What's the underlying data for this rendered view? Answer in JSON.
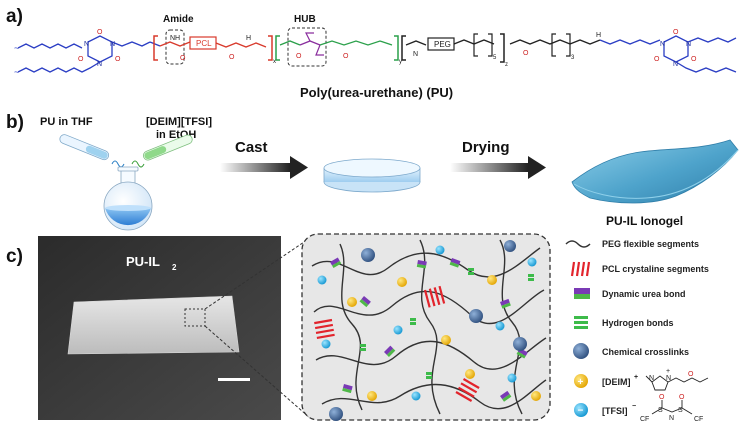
{
  "panels": {
    "a": {
      "label": "a)",
      "boxes": {
        "amide": "Amide",
        "hub": "HUB"
      },
      "blocks": {
        "pcl": "PCL",
        "peg": "PEG"
      },
      "title": "Poly(urea-urethane) (PU)",
      "subscripts": {
        "x": "x",
        "y": "y",
        "z": "z",
        "n5": "5",
        "n3": "3"
      },
      "atoms": {
        "N": "N",
        "O": "O",
        "H": "H",
        "NH": "NH"
      }
    },
    "b": {
      "label": "b)",
      "reagent1": "PU in THF",
      "reagent2_line1": "[DEIM][TFSI]",
      "reagent2_line2": "in EtOH",
      "step1": "Cast",
      "step2": "Drying",
      "product": "PU-IL Ionogel"
    },
    "c": {
      "label": "c)",
      "photo_label": "PU-IL",
      "photo_label_sub": "2",
      "legend": [
        {
          "name": "peg",
          "label": "PEG flexible segments"
        },
        {
          "name": "pcl",
          "label": "PCL crystaline segments"
        },
        {
          "name": "urea",
          "label": "Dynamic urea bond"
        },
        {
          "name": "hbond",
          "label": "Hydrogen bonds"
        },
        {
          "name": "crosslink",
          "label": "Chemical crosslinks"
        },
        {
          "name": "deim",
          "label": "[DEIM]",
          "sup": "+"
        },
        {
          "name": "tfsi",
          "label": "[TFSI]",
          "sup": "−"
        }
      ],
      "ion_glyphs": {
        "plus": "+",
        "minus": "−"
      },
      "struct_labels": {
        "N": "N",
        "N_plus": "N",
        "plus": "+",
        "O": "O",
        "S": "S",
        "CF3": "CF",
        "CF3_sub": "3",
        "N_minus": "N"
      }
    }
  },
  "colors": {
    "blue_chain": "#2b3ec4",
    "red_chain": "#d83a2c",
    "green_chain": "#2aa04a",
    "purple_chain": "#8a2e9e",
    "pcl_red": "#e2242c",
    "urea_purple": "#7a3ab5",
    "urea_green": "#4fb848",
    "hbond_green": "#3dbb4a",
    "crosslink": "#3c5a85",
    "deim_yellow": "#f5c216",
    "tfsi_cyan": "#29b6e8",
    "film_blue": "#59a9cf"
  }
}
